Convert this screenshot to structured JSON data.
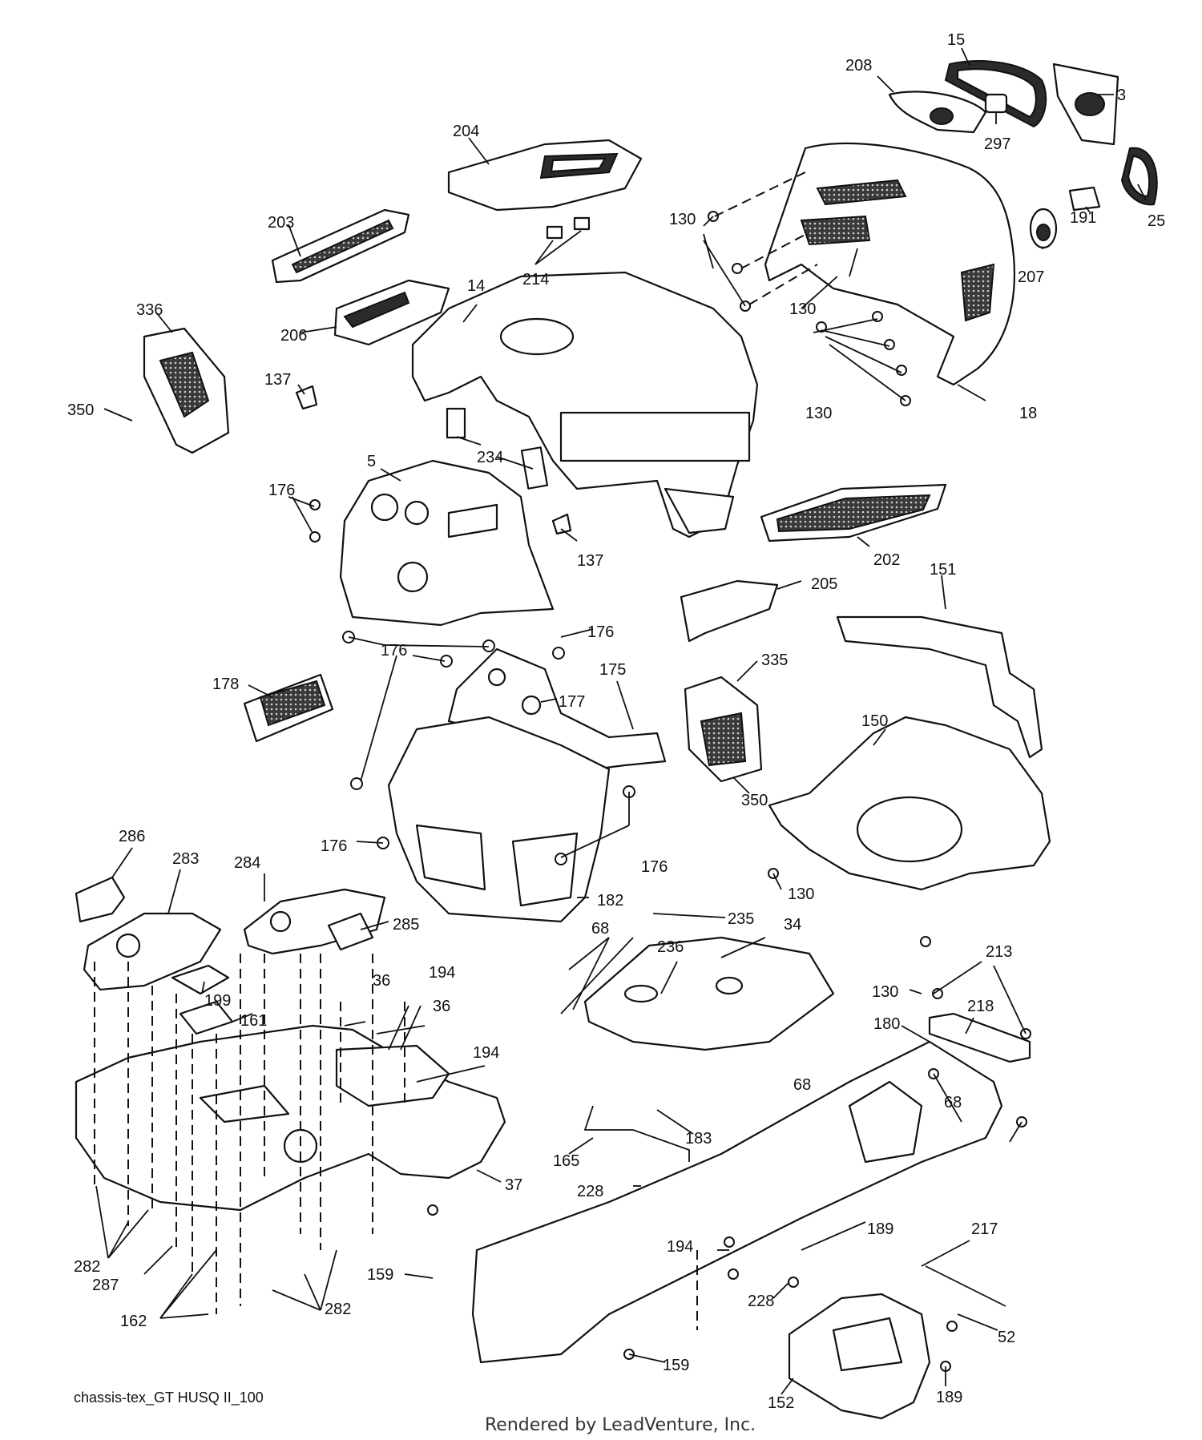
{
  "diagram": {
    "caption": "chassis-tex_GT HUSQ II_100",
    "footer": "Rendered by LeadVenture, Inc.",
    "callouts": [
      "15",
      "208",
      "3",
      "297",
      "204",
      "25",
      "191",
      "130",
      "203",
      "214",
      "207",
      "14",
      "130",
      "336",
      "206",
      "137",
      "350",
      "130",
      "18",
      "234",
      "5",
      "176",
      "137",
      "202",
      "205",
      "151",
      "176",
      "176",
      "178",
      "175",
      "177",
      "335",
      "150",
      "350",
      "176",
      "176",
      "182",
      "130",
      "286",
      "283",
      "284",
      "285",
      "68",
      "235",
      "34",
      "236",
      "199",
      "36",
      "194",
      "36",
      "130",
      "213",
      "161",
      "218",
      "194",
      "180",
      "68",
      "68",
      "183",
      "165",
      "37",
      "228",
      "194",
      "189",
      "217",
      "282",
      "287",
      "228",
      "159",
      "162",
      "282",
      "52",
      "159",
      "189",
      "152"
    ]
  }
}
